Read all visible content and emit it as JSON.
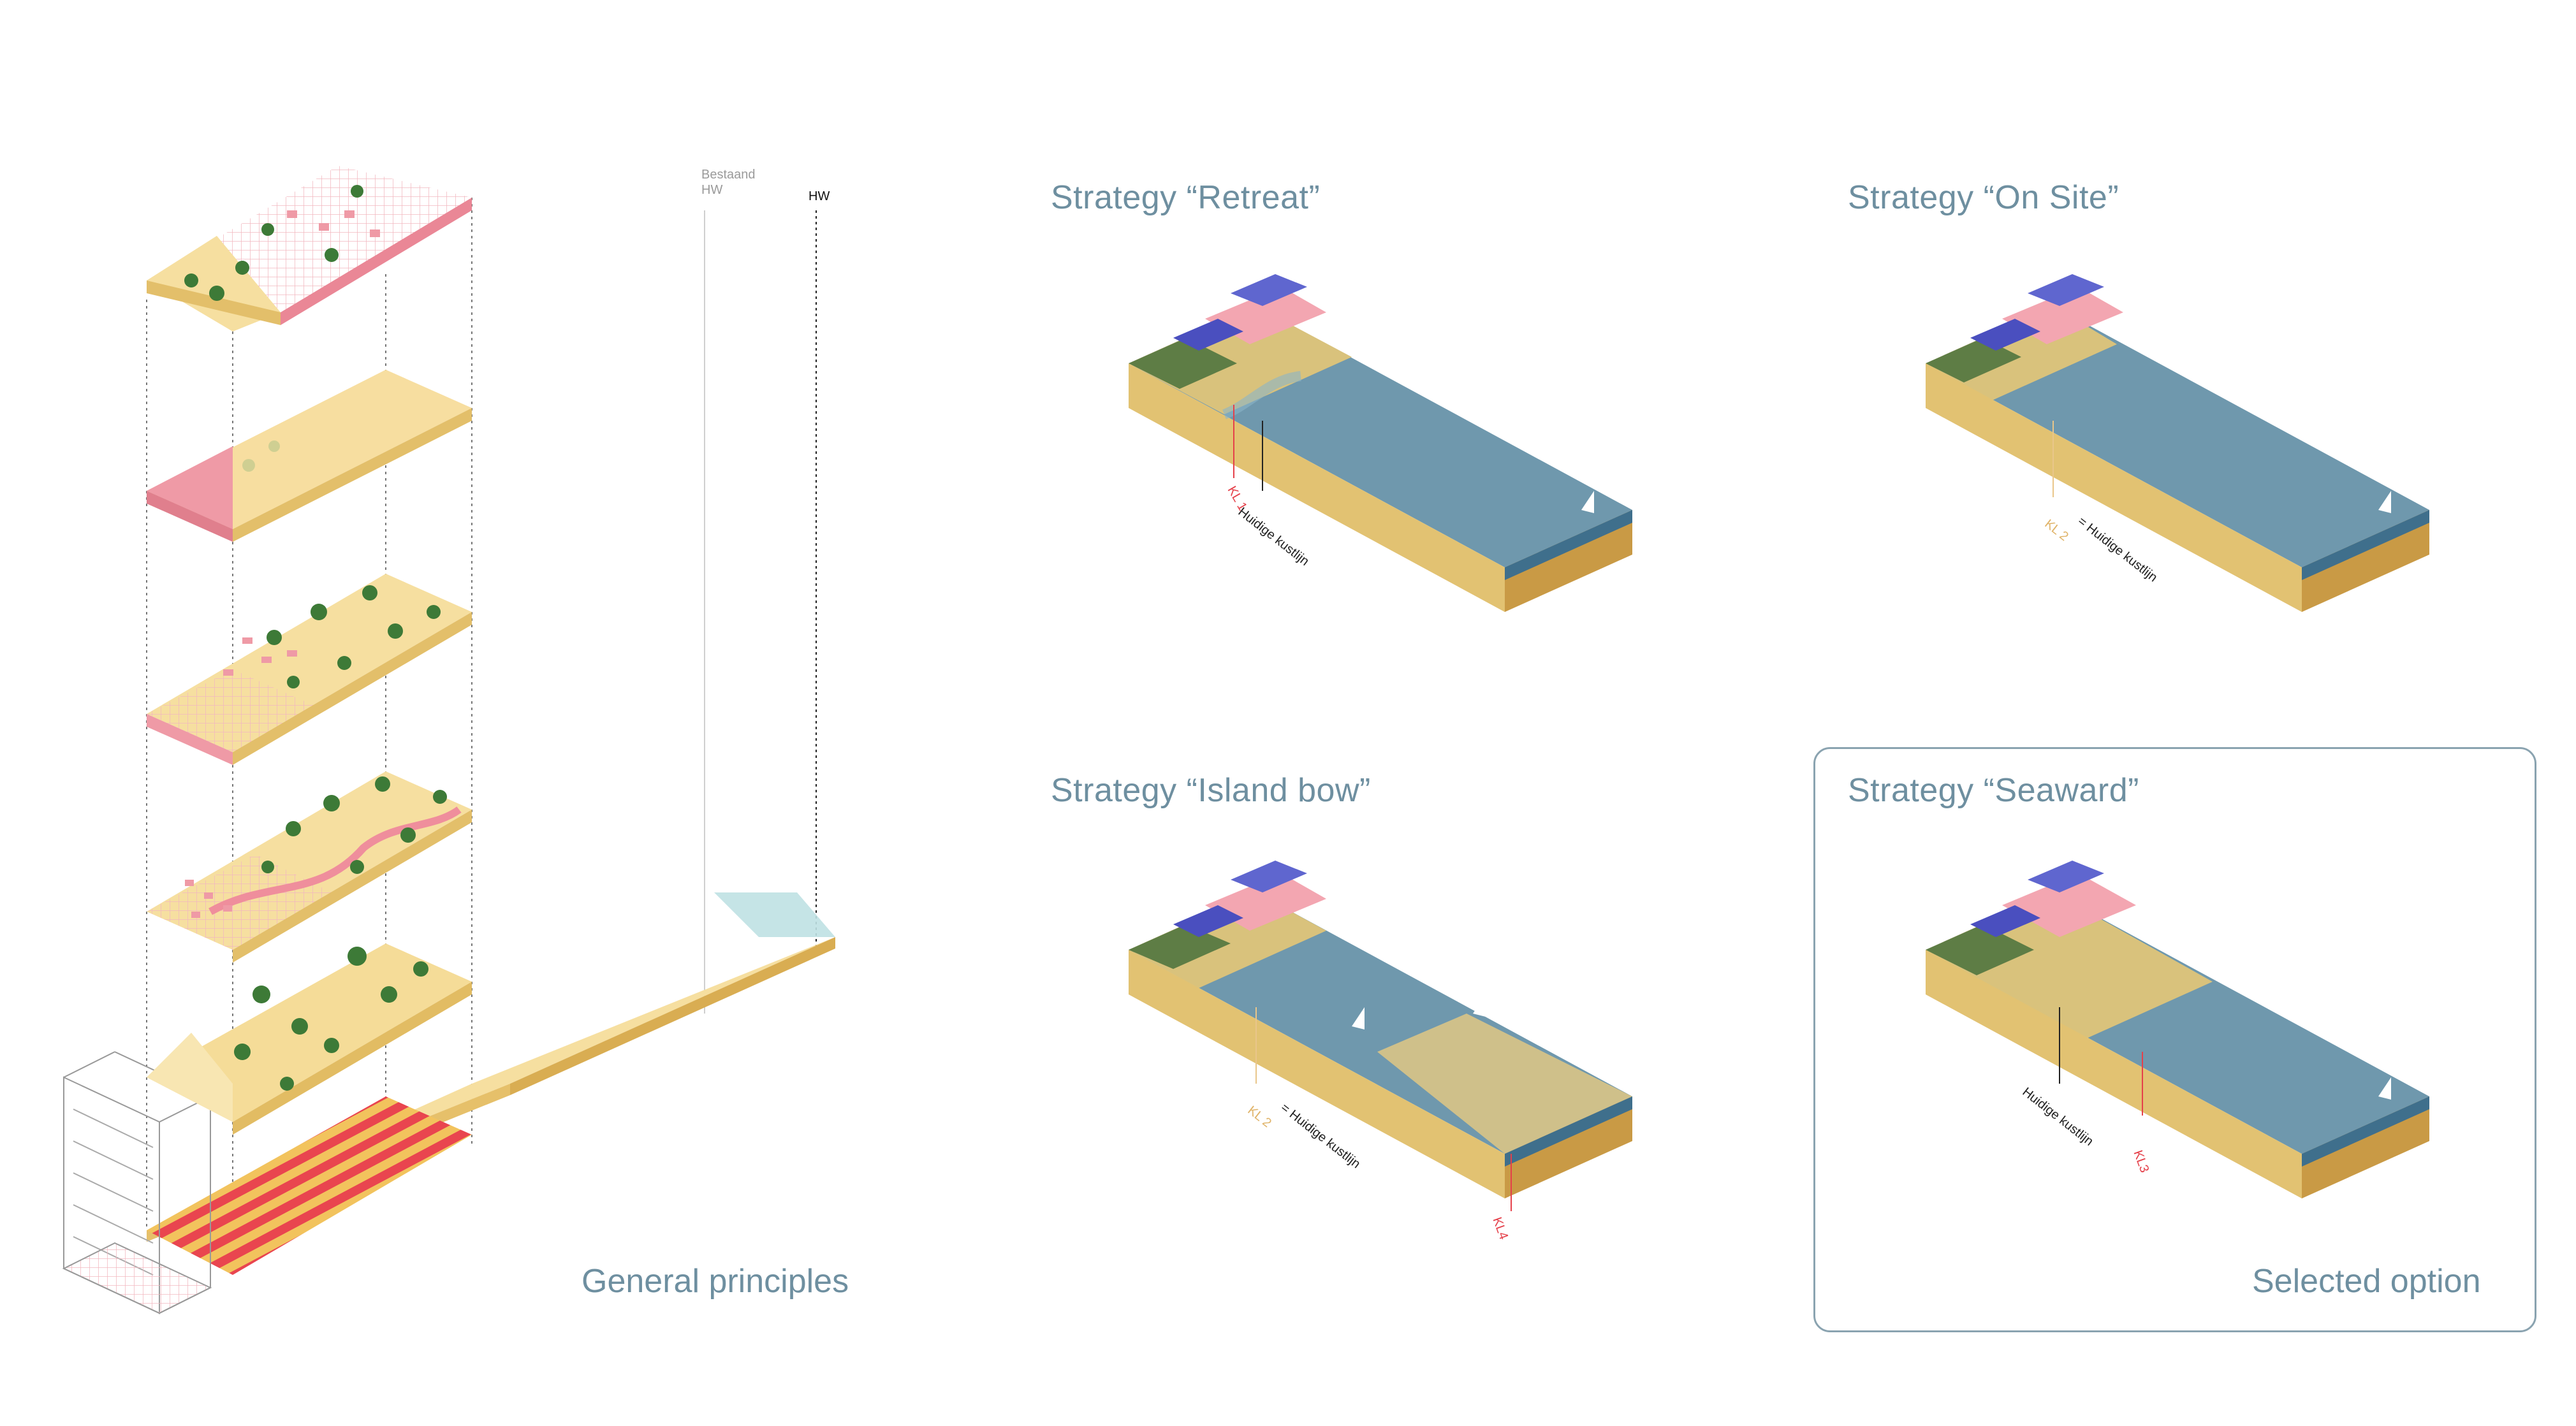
{
  "principles": {
    "caption": "General principles",
    "hw_existing_label": "Bestaand\nHW",
    "hw_label": "HW"
  },
  "strategies": [
    {
      "title": "Strategy “Retreat”",
      "kl_label": "KL 1",
      "coast_label": "Huidige kustlijn"
    },
    {
      "title": "Strategy “On Site”",
      "kl_label": "KL 2",
      "coast_label": "= Huidige kustlijn"
    },
    {
      "title": "Strategy “Island bow”",
      "kl_label": "KL 2",
      "coast_label": "= Huidige kustlijn",
      "kl_label_2": "KL4"
    },
    {
      "title": "Strategy “Seaward”",
      "kl_label": "KL3",
      "coast_label": "Huidige kustlijn",
      "selected_label": "Selected option"
    }
  ],
  "colors": {
    "title_text": "#6e8fa0",
    "sand": "#f2d996",
    "sand_side": "#e3bf6a",
    "sea": "#6f98ad",
    "sea_side": "#3f6f8c",
    "urban_pink": "#ef9aa6",
    "building_blue": "#4a4fbf",
    "tree_green": "#3f7a3a",
    "frame": "#8aa3b0",
    "kl_red": "#e5404a"
  }
}
